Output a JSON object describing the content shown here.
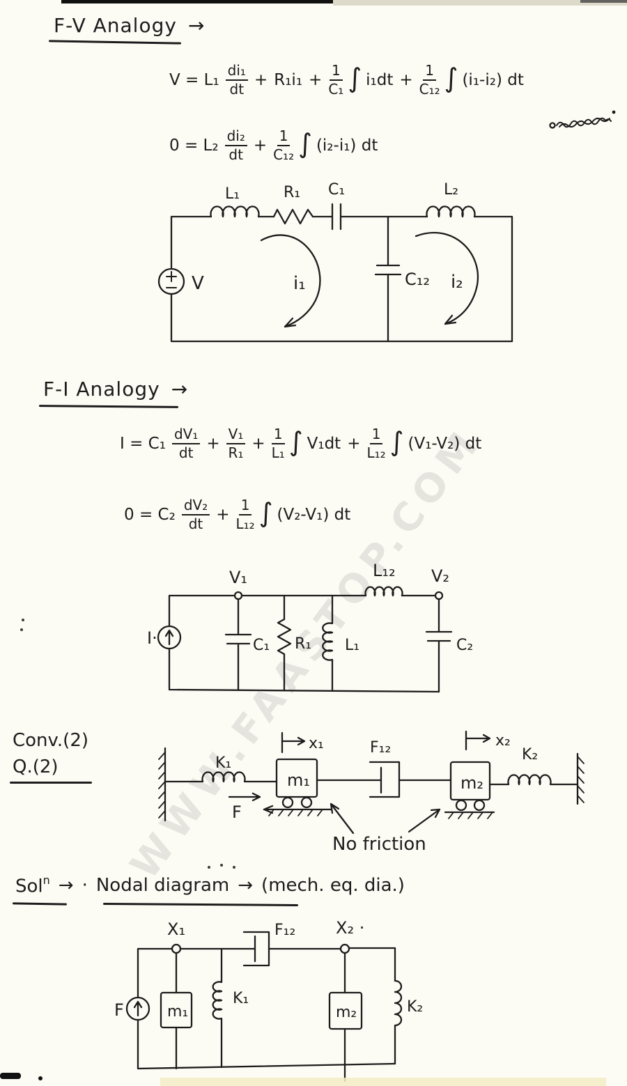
{
  "page": {
    "watermark": "WWW.FAASTOP.COM"
  },
  "fv": {
    "heading": "F-V Analogy",
    "heading_arrow": "→",
    "eq1": {
      "lhs": "V = L₁",
      "f1n": "di₁",
      "f1d": "dt",
      "op1": "+",
      "t1": "R₁i₁",
      "op2": "+",
      "f2n": "1",
      "f2d": "C₁",
      "int1": "∫",
      "t2": "i₁dt",
      "op3": "+",
      "f3n": "1",
      "f3d": "C₁₂",
      "int2": "∫",
      "t3": "(i₁-i₂) dt"
    },
    "eq2": {
      "lhs": "0 = L₂",
      "f1n": "di₂",
      "f1d": "dt",
      "op1": "+",
      "f2n": "1",
      "f2d": "C₁₂",
      "int1": "∫",
      "t1": "(i₂-i₁) dt"
    },
    "circuit": {
      "source": "V",
      "L1": "L₁",
      "R1": "R₁",
      "C1": "C₁",
      "L2": "L₂",
      "C12": "C₁₂",
      "i1": "i₁",
      "i2": "i₂"
    }
  },
  "fi": {
    "heading": "F-I Analogy",
    "heading_arrow": "→",
    "eq1": {
      "lhs": "I = C₁",
      "f1n": "dV₁",
      "f1d": "dt",
      "op1": "+",
      "f2n": "V₁",
      "f2d": "R₁",
      "op2": "+",
      "f3n": "1",
      "f3d": "L₁",
      "int1": "∫",
      "t1": "V₁dt",
      "op3": "+",
      "f4n": "1",
      "f4d": "L₁₂",
      "int2": "∫",
      "t2": "(V₁-V₂) dt"
    },
    "eq2": {
      "lhs": "0 = C₂",
      "f1n": "dV₂",
      "f1d": "dt",
      "op1": "+",
      "f2n": "1",
      "f2d": "L₁₂",
      "int1": "∫",
      "t1": "(V₂-V₁) dt"
    },
    "circuit": {
      "source": "I·",
      "V1": "V₁",
      "V2": "V₂",
      "C1": "C₁",
      "R1": "R₁",
      "L1": "L₁",
      "L12": "L₁₂",
      "C2": "C₂"
    }
  },
  "question": {
    "line1": "Conv.(2)",
    "line2": "Q.(2)"
  },
  "mech": {
    "K1": "K₁",
    "m1": "m₁",
    "x1": "x₁",
    "F": "F",
    "F12": "F₁₂",
    "m2": "m₂",
    "x2": "x₂",
    "K2": "K₂",
    "note": "No friction"
  },
  "solution": {
    "sol": "Sol",
    "sup": "n",
    "arrow1": "→",
    "bullet": "·",
    "title": "Nodal diagram",
    "arrow2": "→",
    "note": "(mech. eq. dia.)"
  },
  "nodal": {
    "source": "F",
    "X1": "X₁",
    "F12": "F₁₂",
    "X2": "X₂ ·",
    "m1": "m₁",
    "K1": "K₁",
    "m2": "m₂",
    "K2": "K₂"
  }
}
